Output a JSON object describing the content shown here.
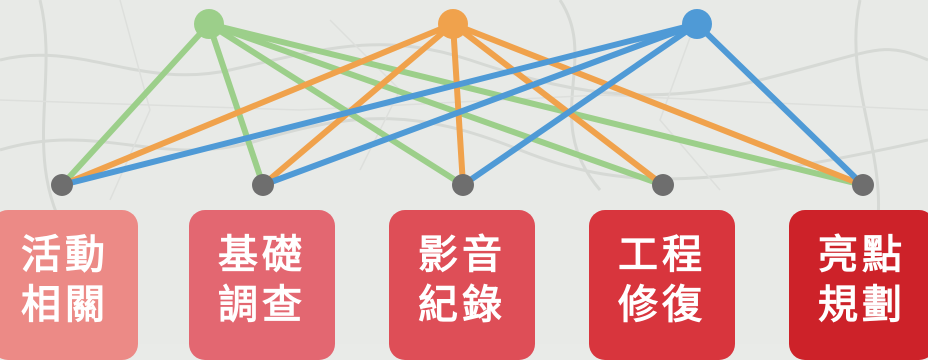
{
  "colors": {
    "green": "#9ccf8a",
    "orange": "#f0a24c",
    "blue": "#4f9ad6",
    "node": "#6e6e6e"
  },
  "categories": [
    {
      "line1": "活動",
      "line2": "相關",
      "color": "#ec8a86"
    },
    {
      "line1": "基礎",
      "line2": "調查",
      "color": "#e36771"
    },
    {
      "line1": "影音",
      "line2": "紀錄",
      "color": "#de4e57"
    },
    {
      "line1": "工程",
      "line2": "修復",
      "color": "#d8353d"
    },
    {
      "line1": "亮點",
      "line2": "規劃",
      "color": "#cd2229"
    }
  ],
  "top_nodes": [
    "green",
    "orange",
    "blue"
  ],
  "links": {
    "green": [
      0,
      1,
      2,
      3,
      4
    ],
    "orange": [
      0,
      1,
      2,
      3,
      4
    ],
    "blue": [
      0,
      1,
      2,
      4
    ]
  }
}
